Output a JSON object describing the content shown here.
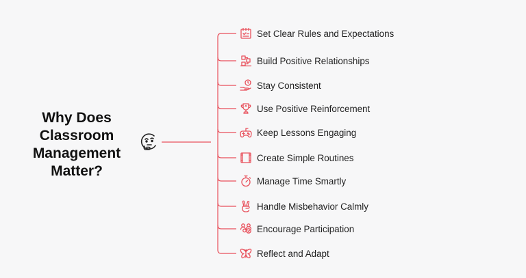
{
  "diagram": {
    "title_lines": [
      "Why Does",
      "Classroom",
      "Management",
      "Matter?"
    ],
    "center_icon": "thinking-face-icon",
    "accent_color": "#e8505b",
    "branches": [
      {
        "label": "Set Clear Rules and Expectations",
        "icon": "checklist-board-icon"
      },
      {
        "label": "Build Positive Relationships",
        "icon": "connected-blocks-icon"
      },
      {
        "label": "Stay Consistent",
        "icon": "hand-clock-icon"
      },
      {
        "label": "Use Positive Reinforcement",
        "icon": "trophy-icon"
      },
      {
        "label": "Keep Lessons Engaging",
        "icon": "gamepad-icon"
      },
      {
        "label": "Create Simple Routines",
        "icon": "calendar-frame-icon"
      },
      {
        "label": "Manage Time Smartly",
        "icon": "stopwatch-icon"
      },
      {
        "label": "Handle Misbehavior Calmly",
        "icon": "peace-hand-icon"
      },
      {
        "label": "Encourage Participation",
        "icon": "group-people-icon"
      },
      {
        "label": "Reflect and Adapt",
        "icon": "butterfly-icon"
      }
    ]
  }
}
